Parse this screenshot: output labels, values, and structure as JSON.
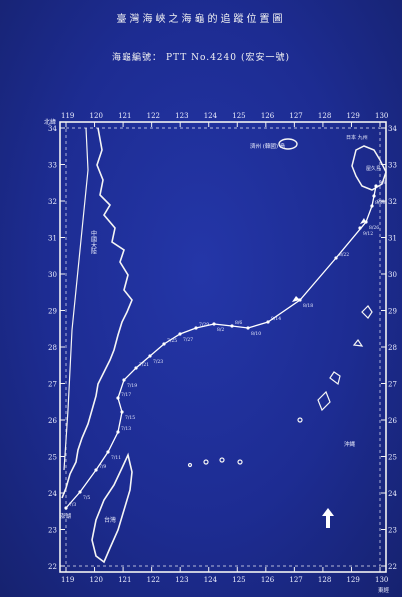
{
  "title": "臺灣海峽之海龜的追蹤位置圖",
  "subtitle": {
    "prefix": "海龜編號：",
    "turtle_id": "PTT No.4240",
    "name": "(宏安一號)"
  },
  "map": {
    "lon_labels_top": [
      "119",
      "120",
      "121",
      "122",
      "123",
      "124",
      "125",
      "126",
      "127",
      "128",
      "129",
      "130"
    ],
    "lon_labels_bottom": [
      "119",
      "120",
      "121",
      "122",
      "123",
      "124",
      "125",
      "126",
      "127",
      "128",
      "129",
      "130"
    ],
    "lat_labels_left": [
      "34",
      "33",
      "32",
      "31",
      "30",
      "29",
      "28",
      "27",
      "26",
      "25",
      "24",
      "23",
      "22"
    ],
    "lat_labels_right": [
      "34",
      "33",
      "32",
      "31",
      "30",
      "29",
      "28",
      "27",
      "26",
      "25",
      "24",
      "23",
      "22"
    ],
    "corner_label": "北緯",
    "corner_label_bottom": "東經",
    "place_labels": {
      "japan_a": "日本 九州",
      "japan_b": "屋久島",
      "islands": "濟州 (韓國) 島",
      "china": "中國大陸",
      "taiwan": "台灣",
      "ryukyu": "沖縄",
      "release": "澎湖"
    },
    "track_dates": [
      "7/3",
      "7/5",
      "7/9",
      "7/11",
      "7/13",
      "7/15",
      "7/17",
      "7/19",
      "7/21",
      "7/23",
      "7/25",
      "7/27",
      "7/29",
      "8/2",
      "8/6",
      "8/10",
      "8/14",
      "8/18",
      "8/22",
      "8/26",
      "8/30",
      "9/4",
      "9/8",
      "9/12"
    ]
  }
}
